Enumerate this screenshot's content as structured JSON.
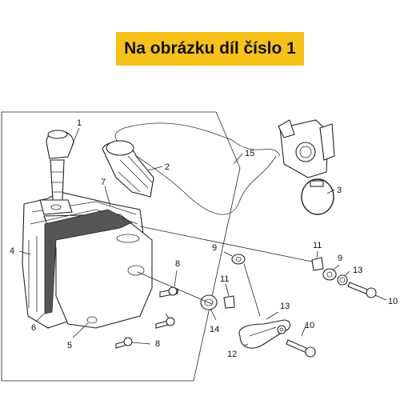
{
  "banner": {
    "text": "Na obrázku díl číslo 1",
    "color": "#f6c21a"
  },
  "callouts": {
    "c1": "1",
    "c2": "2",
    "c3": "3",
    "c4": "4",
    "c5": "5",
    "c6": "6",
    "c7": "7",
    "c8a": "8",
    "c8b": "8",
    "c9a": "9",
    "c9b": "9",
    "c10a": "10",
    "c10b": "10",
    "c11a": "11",
    "c11b": "11",
    "c12": "12",
    "c13a": "13",
    "c13b": "13",
    "c14": "14",
    "c15": "15"
  }
}
